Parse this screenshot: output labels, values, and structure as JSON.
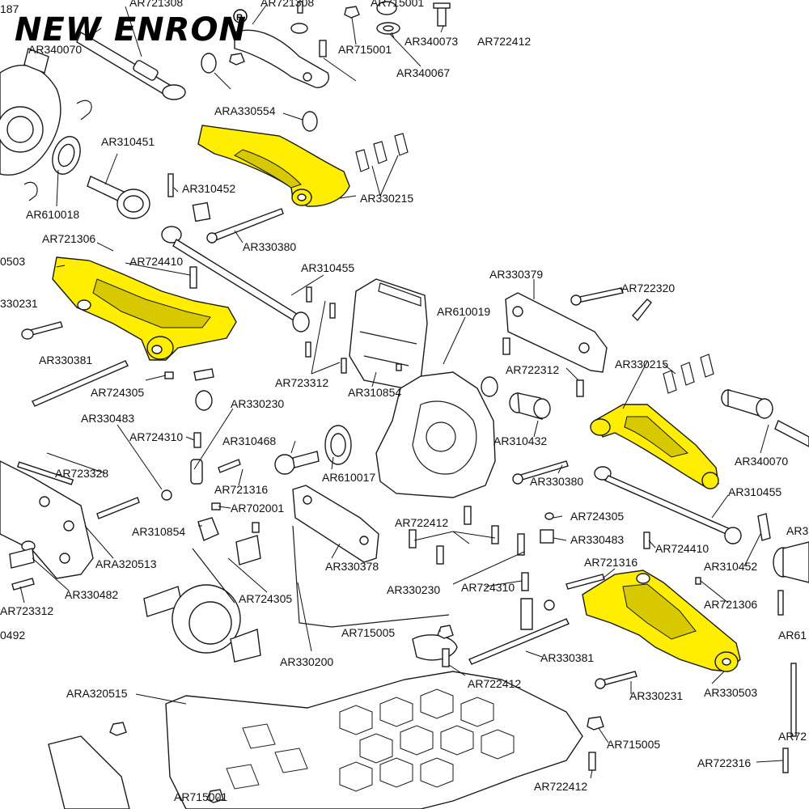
{
  "brand": {
    "name": "NEW ENRON",
    "registered": "R"
  },
  "colors": {
    "highlight": "#ffee00",
    "line": "#1a1a1a",
    "background": "#ffffff"
  },
  "labels": [
    "187",
    "AR721308",
    "AR340070",
    "AR715001",
    "AR721308",
    "AR340073",
    "AR722412",
    "AR715001",
    "AR340067",
    "ARA330554",
    "AR310451",
    "AR610018",
    "AR310452",
    "AR330215",
    "AR330380",
    "AR721306",
    "0503",
    "AR724410",
    "AR310455",
    "AR330379",
    "AR722320",
    "330231",
    "AR610019",
    "AR330381",
    "AR723312",
    "AR722312",
    "AR330215",
    "AR724305",
    "AR310854",
    "AR330483",
    "AR330230",
    "AR724310",
    "AR310468",
    "AR310432",
    "AR340070",
    "AR723328",
    "AR610017",
    "AR330380",
    "AR721316",
    "AR702001",
    "AR310455",
    "AR310854",
    "AR722412",
    "AR724305",
    "AR330483",
    "ARA320513",
    "AR724410",
    "AR330378",
    "AR721316",
    "AR310452",
    "AR330482",
    "AR330230",
    "AR724310",
    "AR721306",
    "AR723312",
    "AR724305",
    "0492",
    "AR715005",
    "AR330381",
    "AR330200",
    "AR722412",
    "ARA320515",
    "AR330231",
    "AR330503",
    "AR715005",
    "AR722316",
    "AR715001",
    "AR722412",
    "AR3",
    "AR61",
    "AR72"
  ]
}
